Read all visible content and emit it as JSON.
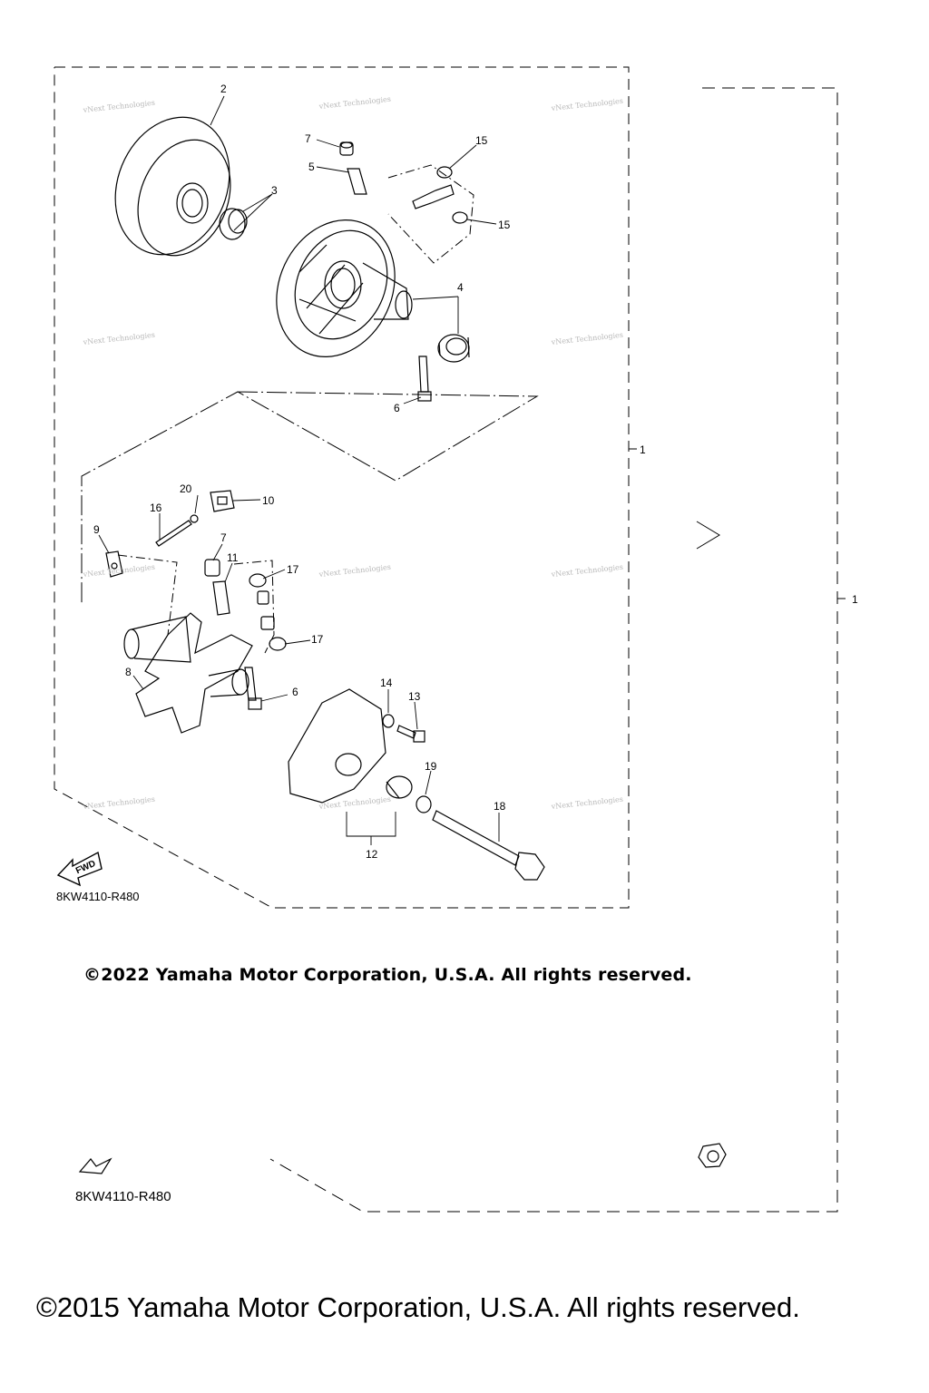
{
  "diagram": {
    "callouts": [
      "1",
      "1",
      "2",
      "3",
      "4",
      "5",
      "6",
      "6",
      "7",
      "7",
      "8",
      "9",
      "10",
      "11",
      "12",
      "13",
      "14",
      "15",
      "15",
      "16",
      "17",
      "17",
      "18",
      "19",
      "20"
    ],
    "watermark": "vNext Technologies",
    "fwd_label": "FWD",
    "drawing_code": "8KW4110-R480",
    "drawing_code_ghost": "8KW4110-R480"
  },
  "copyright": {
    "inner": "©2022 Yamaha Motor Corporation, U.S.A. All rights reserved.",
    "outer": "©2015 Yamaha Motor Corporation, U.S.A. All rights reserved."
  }
}
